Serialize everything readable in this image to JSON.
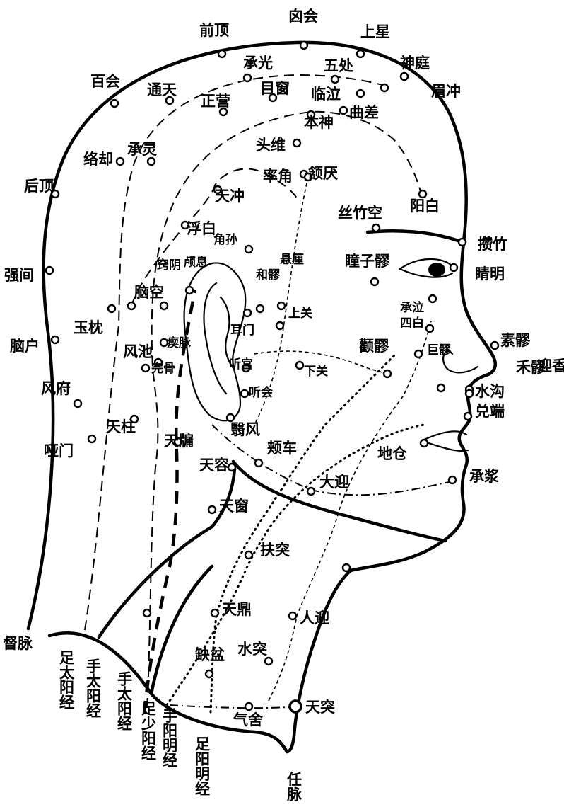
{
  "points": [
    {
      "label": "前顶"
    },
    {
      "label": "囟会"
    },
    {
      "label": "上星"
    },
    {
      "label": "百会"
    },
    {
      "label": "通天"
    },
    {
      "label": "络却"
    },
    {
      "label": "承光"
    },
    {
      "label": "五处"
    },
    {
      "label": "神庭"
    },
    {
      "label": "眉冲"
    },
    {
      "label": "正营"
    },
    {
      "label": "目窗"
    },
    {
      "label": "临泣"
    },
    {
      "label": "曲差"
    },
    {
      "label": "本神"
    },
    {
      "label": "承灵"
    },
    {
      "label": "头维"
    },
    {
      "label": "率角"
    },
    {
      "label": "颔厌"
    },
    {
      "label": "后顶"
    },
    {
      "label": "阳白"
    },
    {
      "label": "天冲"
    },
    {
      "label": "丝竹空"
    },
    {
      "label": "攒竹"
    },
    {
      "label": "浮白"
    },
    {
      "label": "角孙"
    },
    {
      "label": "瞳子髎"
    },
    {
      "label": "睛明"
    },
    {
      "label": "强间"
    },
    {
      "label": "颅息"
    },
    {
      "label": "窍阴"
    },
    {
      "label": "和髎"
    },
    {
      "label": "悬厘"
    },
    {
      "label": "承泣"
    },
    {
      "label": "脑空"
    },
    {
      "label": "四白"
    },
    {
      "label": "玉枕"
    },
    {
      "label": "耳门"
    },
    {
      "label": "上关"
    },
    {
      "label": "巨髎"
    },
    {
      "label": "素髎"
    },
    {
      "label": "脑户"
    },
    {
      "label": "瘈脉"
    },
    {
      "label": "颧髎"
    },
    {
      "label": "禾髎"
    },
    {
      "label": "风池"
    },
    {
      "label": "完骨"
    },
    {
      "label": "听宫"
    },
    {
      "label": "下关"
    },
    {
      "label": "迎香"
    },
    {
      "label": "水沟"
    },
    {
      "label": "风府"
    },
    {
      "label": "听会"
    },
    {
      "label": "兑端"
    },
    {
      "label": "天柱"
    },
    {
      "label": "翳风"
    },
    {
      "label": "哑门"
    },
    {
      "label": "天牖"
    },
    {
      "label": "地仓"
    },
    {
      "label": "颊车"
    },
    {
      "label": "天容"
    },
    {
      "label": "承浆"
    },
    {
      "label": "大迎"
    },
    {
      "label": "天窗"
    },
    {
      "label": "扶突"
    },
    {
      "label": "天鼎"
    },
    {
      "label": "人迎"
    },
    {
      "label": "缺盆"
    },
    {
      "label": "水突"
    },
    {
      "label": "气舍"
    },
    {
      "label": "天突"
    }
  ],
  "meridians": [
    {
      "label": "督脉"
    },
    {
      "label": "足太阳经"
    },
    {
      "label": "手太阳经"
    },
    {
      "label": "手太阳经"
    },
    {
      "label": "足少阳经"
    },
    {
      "label": "手阳明经"
    },
    {
      "label": "足阳明经"
    },
    {
      "label": "任脉"
    }
  ]
}
